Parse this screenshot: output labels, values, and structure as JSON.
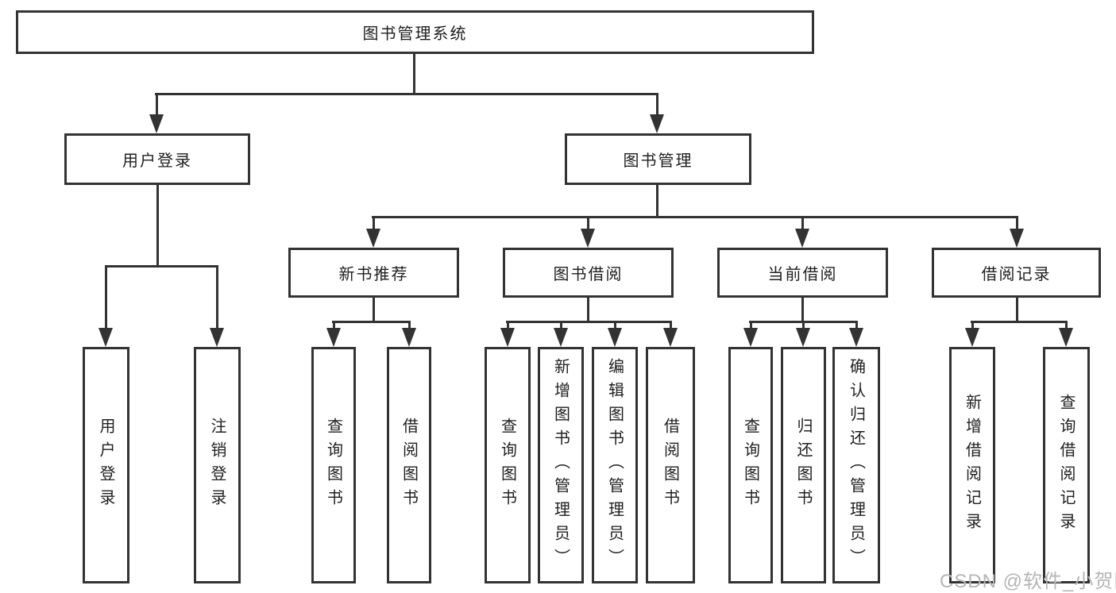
{
  "diagram": {
    "root": {
      "label": "图书管理系统"
    },
    "level1": [
      {
        "label": "用户登录"
      },
      {
        "label": "图书管理"
      }
    ],
    "level2": [
      {
        "label": "新书推荐"
      },
      {
        "label": "图书借阅"
      },
      {
        "label": "当前借阅"
      },
      {
        "label": "借阅记录"
      }
    ],
    "leaves": [
      {
        "label": "用户登录"
      },
      {
        "label": "注销登录"
      },
      {
        "label": "查询图书"
      },
      {
        "label": "借阅图书"
      },
      {
        "label": "查询图书"
      },
      {
        "label": "新增图书（管理员）"
      },
      {
        "label": "编辑图书（管理员）"
      },
      {
        "label": "借阅图书"
      },
      {
        "label": "查询图书"
      },
      {
        "label": "归还图书"
      },
      {
        "label": "确认归还（管理员）"
      },
      {
        "label": "新增借阅记录"
      },
      {
        "label": "查询借阅记录"
      }
    ],
    "watermark": "CSDN @软件_小贺同学",
    "colors": {
      "line": "#333333",
      "text": "#1f1f1f",
      "background": "#ffffff",
      "watermark": "#b5b5b5"
    }
  }
}
